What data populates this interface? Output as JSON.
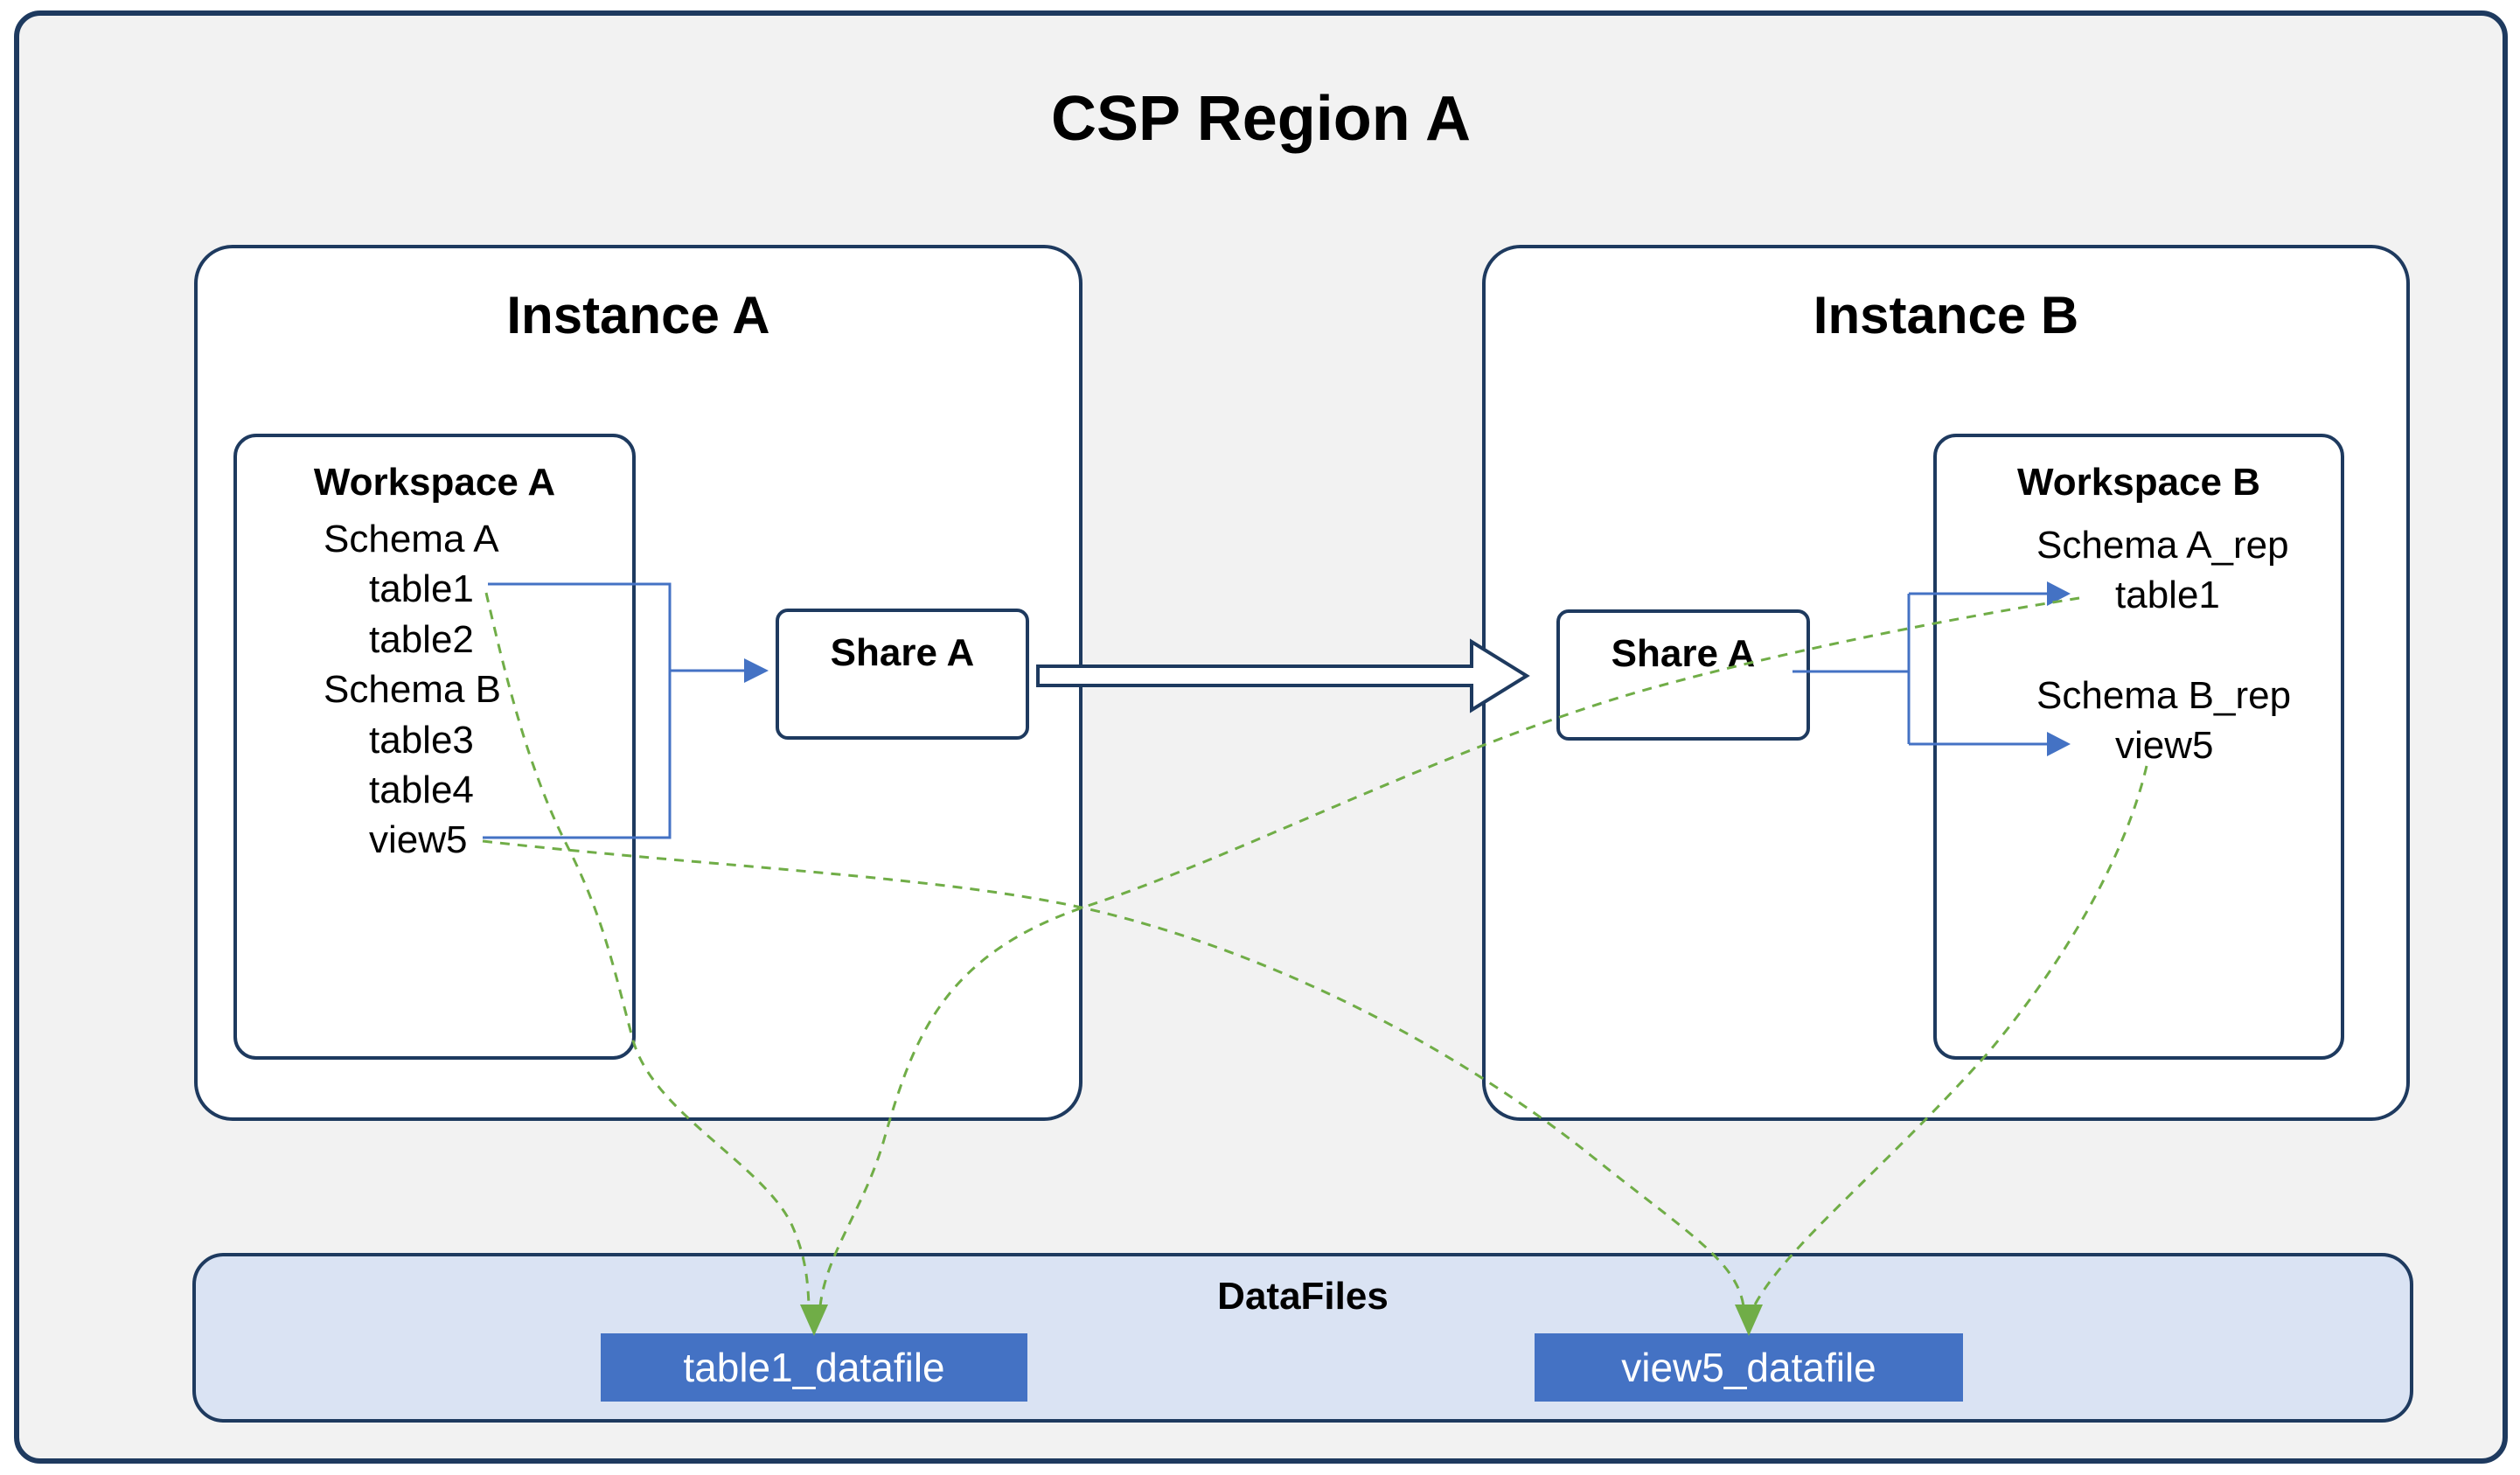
{
  "title": "CSP Region A",
  "colors": {
    "navy_border": "#1E3A5F",
    "connector_blue": "#4472C4",
    "connector_green": "#70AD47",
    "band_fill": "#DAE3F3",
    "datafile_fill": "#4472C4",
    "region_bg": "#F2F2F2"
  },
  "instance_a": {
    "title": "Instance A",
    "workspace": {
      "title": "Workspace A",
      "items": [
        {
          "label": "Schema A",
          "kind": "schema"
        },
        {
          "label": "table1",
          "kind": "object"
        },
        {
          "label": "table2",
          "kind": "object"
        },
        {
          "label": "Schema B",
          "kind": "schema"
        },
        {
          "label": "table3",
          "kind": "object"
        },
        {
          "label": "table4",
          "kind": "object"
        },
        {
          "label": "view5",
          "kind": "object"
        }
      ]
    },
    "share": {
      "label": "Share A"
    }
  },
  "instance_b": {
    "title": "Instance B",
    "share": {
      "label": "Share A"
    },
    "workspace": {
      "title": "Workspace B",
      "items": [
        {
          "label": "Schema A_rep",
          "kind": "schema"
        },
        {
          "label": "table1",
          "kind": "object"
        },
        {
          "label": "Schema B_rep",
          "kind": "schema"
        },
        {
          "label": "view5",
          "kind": "object"
        }
      ]
    }
  },
  "datafiles": {
    "title": "DataFiles",
    "files": [
      {
        "label": "table1_datafile"
      },
      {
        "label": "view5_datafile"
      }
    ]
  },
  "edges": [
    {
      "from": "instance_a.workspace.table1-view5",
      "to": "instance_a.share",
      "style": "blue-solid-arrow"
    },
    {
      "from": "instance_a.share",
      "to": "instance_b.share",
      "style": "block-arrow"
    },
    {
      "from": "instance_b.share",
      "to": "instance_b.workspace.table1",
      "style": "blue-solid-arrow"
    },
    {
      "from": "instance_b.share",
      "to": "instance_b.workspace.view5",
      "style": "blue-solid-arrow"
    },
    {
      "from": "instance_a.workspace.table1",
      "to": "datafiles.table1_datafile",
      "style": "green-dashed-arrow"
    },
    {
      "from": "instance_b.workspace.table1",
      "to": "datafiles.table1_datafile",
      "style": "green-dashed-arrow"
    },
    {
      "from": "instance_a.workspace.view5",
      "to": "datafiles.view5_datafile",
      "style": "green-dashed-arrow"
    },
    {
      "from": "instance_b.workspace.view5",
      "to": "datafiles.view5_datafile",
      "style": "green-dashed-arrow"
    }
  ]
}
